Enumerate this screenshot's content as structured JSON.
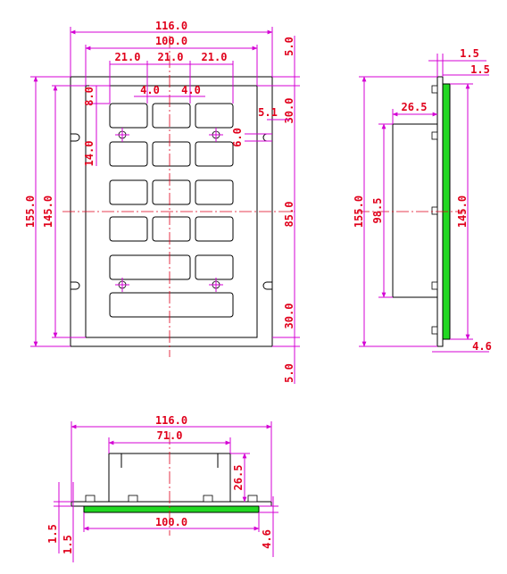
{
  "colors": {
    "dimension_line": "#d400d4",
    "dimension_text": "#e0001b",
    "center_line": "#e0001b",
    "outline": "#000000",
    "pcb": "#22d822",
    "background": "#ffffff"
  },
  "front_view": {
    "dims": {
      "overall_width": "116.0",
      "inner_width": "100.0",
      "key_pitch_1": "21.0",
      "key_pitch_2": "21.0",
      "key_pitch_3": "21.0",
      "key_gap_1": "4.0",
      "key_gap_2": "4.0",
      "top_margin": "8.0",
      "key_height": "14.0",
      "overall_height": "155.0",
      "inner_height": "145.0",
      "top_edge": "5.0",
      "top_offset": "30.0",
      "slot_width": "5.1",
      "slot_height": "6.0",
      "center_height": "85.0",
      "bottom_offset": "30.0",
      "bottom_edge": "5.0"
    },
    "key_rows": 6
  },
  "side_view": {
    "dims": {
      "top_a": "1.5",
      "top_b": "1.5",
      "depth": "26.5",
      "overall_height": "155.0",
      "body_height": "98.5",
      "pcb_height": "145.0",
      "pcb_thickness": "4.6"
    }
  },
  "bottom_view": {
    "dims": {
      "overall_width": "116.0",
      "body_width": "71.0",
      "depth": "26.5",
      "inner_width": "100.0",
      "plate_a": "1.5",
      "plate_b": "1.5",
      "pcb_thickness": "4.6"
    }
  }
}
